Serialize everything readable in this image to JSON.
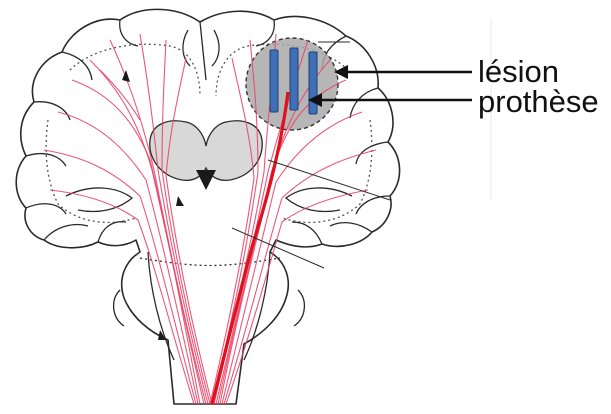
{
  "labels": {
    "lesion": "lésion",
    "prothese": "prothèse"
  },
  "colors": {
    "tract": "#e8466a",
    "tract_bold": "#e0101c",
    "outline": "#2a2a2a",
    "lesion_fill": "#a9a9a9",
    "electrode": "#3f6fb5",
    "electrode_edge": "#1e3f78"
  },
  "icons": {
    "brain": "coronal-brain-section",
    "electrodes": "neural-implant-electrodes",
    "arrows": "pointer-arrow"
  }
}
